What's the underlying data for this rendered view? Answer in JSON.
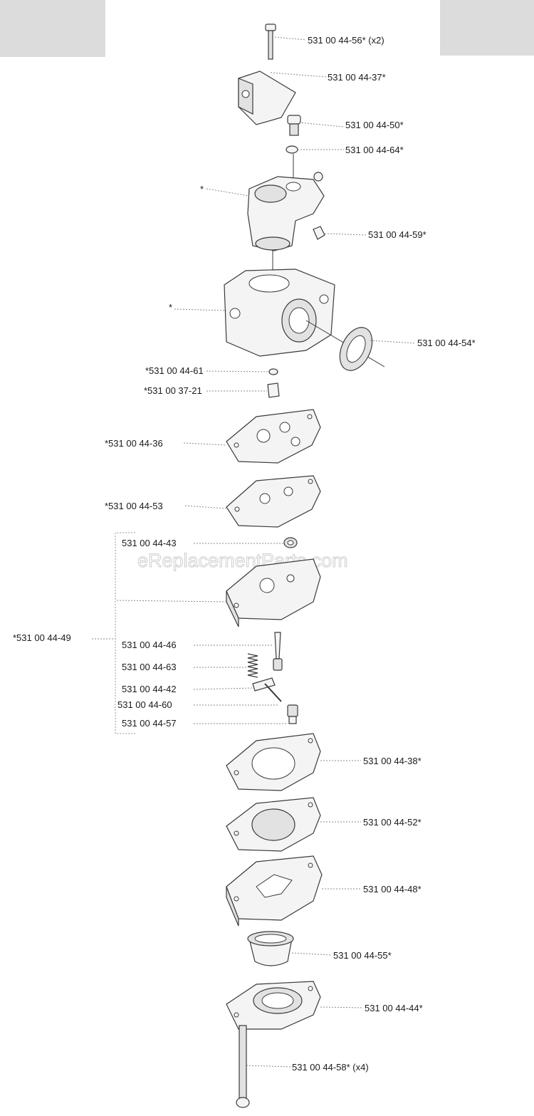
{
  "watermark": "eReplacementParts.com",
  "labels": {
    "p_56_top": "531 00 44-56* (x2)",
    "p_37": "531 00 44-37*",
    "p_50": "531 00 44-50*",
    "p_64": "531 00 44-64*",
    "star_upper": "*",
    "p_59": "531 00 44-59*",
    "star_body": "*",
    "p_54": "531 00 44-54*",
    "p_61": "*531 00 44-61",
    "p_3721": "*531 00 37-21",
    "p_36": "*531 00 44-36",
    "p_53": "*531 00 44-53",
    "p_43": "531 00 44-43",
    "p_49": "*531 00 44-49",
    "p_46": "531 00 44-46",
    "p_63": "531 00 44-63",
    "p_42": "531 00 44-42",
    "p_60": "531 00 44-60",
    "p_57": "531 00 44-57",
    "p_38": "531 00 44-38*",
    "p_52": "531 00 44-52*",
    "p_48": "531 00 44-48*",
    "p_55": "531 00 44-55*",
    "p_44": "531 00 44-44*",
    "p_58": "531 00 44-58* (x4)"
  },
  "icons": [
    "screw",
    "bracket-plate",
    "plug",
    "washer",
    "throttle-housing",
    "clip",
    "carburetor-body",
    "seal-ring",
    "o-ring",
    "fuel-fitting",
    "gasket",
    "diaphragm",
    "metering-cover",
    "needle-valve",
    "spring",
    "lever",
    "pump-cover",
    "primer-bulb",
    "primer-cover"
  ]
}
